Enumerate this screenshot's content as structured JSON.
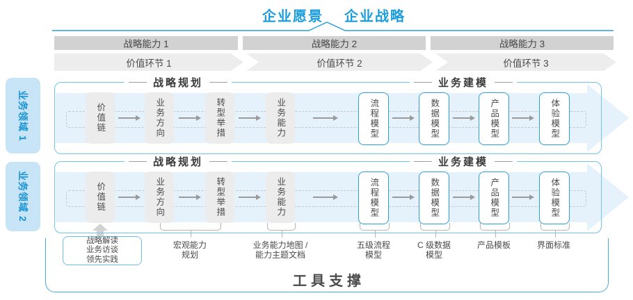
{
  "header": {
    "vision": "企业愿景",
    "strategy": "企业战略"
  },
  "capabilities": [
    "战略能力 1",
    "战略能力 2",
    "战略能力 3"
  ],
  "value_links": [
    "价值环节 1",
    "价值环节 2",
    "价值环节 3"
  ],
  "domains": [
    "业务领域 1",
    "业务领域 2"
  ],
  "rows": [
    {
      "planning_header": "战略规划",
      "modeling_header": "业务建模",
      "planning_boxes": [
        "价值链",
        "业务方向",
        "转型举措",
        "业务能力"
      ],
      "modeling_boxes": [
        "流程模型",
        "数据模型",
        "产品模型",
        "体验模型"
      ]
    },
    {
      "planning_header": "战略规划",
      "modeling_header": "业务建模",
      "planning_boxes": [
        "价值链",
        "业务方向",
        "转型举措",
        "业务能力"
      ],
      "modeling_boxes": [
        "流程模型",
        "数据模型",
        "产品模型",
        "体验模型"
      ]
    }
  ],
  "annotations": {
    "research_box": {
      "lines": [
        "战略解读",
        "业务访谈",
        "领先实践"
      ]
    },
    "notes": [
      {
        "line1": "宏观能力",
        "line2": "规划"
      },
      {
        "line1": "业务能力地图 /",
        "line2": "能力主题文档"
      },
      {
        "line1": "五级流程",
        "line2": "模型"
      },
      {
        "line1": "C 级数据",
        "line2": "模型"
      },
      {
        "line1": "产品模板",
        "line2": ""
      },
      {
        "line1": "界面标准",
        "line2": ""
      }
    ]
  },
  "footer": {
    "label": "工具支撑"
  },
  "colors": {
    "accent_blue": "#1b9cdb",
    "row_border": "#70c4e9",
    "band_blue": "#e6f2fb",
    "bar_gray": "#d2d2d2",
    "chevron_gray": "#ededed",
    "box_gray": "#ececec",
    "blue_box_border": "#2aa0d8",
    "outer_border": "#45abdc",
    "text_dark": "#474747"
  }
}
